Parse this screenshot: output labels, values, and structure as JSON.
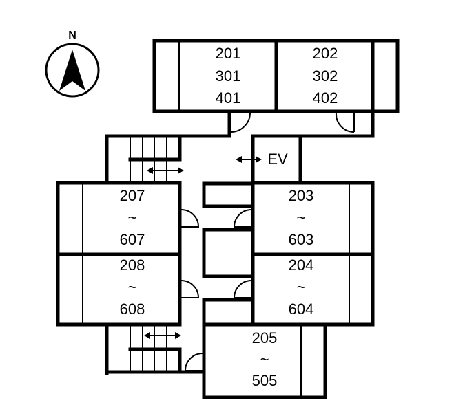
{
  "compass": {
    "label": "N"
  },
  "elevator": {
    "label": "EV"
  },
  "rooms": {
    "r201": [
      "201",
      "301",
      "401"
    ],
    "r202": [
      "202",
      "302",
      "402"
    ],
    "r207": [
      "207",
      "~",
      "607"
    ],
    "r208": [
      "208",
      "~",
      "608"
    ],
    "r203": [
      "203",
      "~",
      "603"
    ],
    "r204": [
      "204",
      "~",
      "604"
    ],
    "r205": [
      "205",
      "~",
      "505"
    ]
  }
}
